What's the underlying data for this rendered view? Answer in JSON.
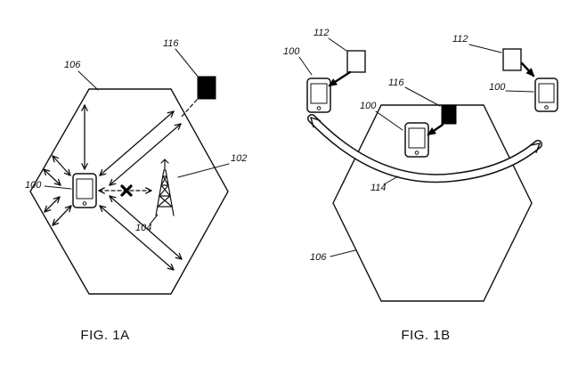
{
  "figure_1a": {
    "caption": "FIG. 1A",
    "label_cell": "106",
    "label_device": "100",
    "label_tower": "102",
    "label_tower_base": "104",
    "label_accessory": "116"
  },
  "figure_1b": {
    "caption": "FIG. 1B",
    "label_cell": "106",
    "label_road": "114",
    "label_accessory": "116",
    "label_device_left": "100",
    "label_device_middle": "100",
    "label_device_right": "100",
    "label_tag_left": "112",
    "label_tag_right": "112"
  },
  "colors": {
    "line": "#111111",
    "fill_black": "#000000",
    "background": "#ffffff"
  }
}
